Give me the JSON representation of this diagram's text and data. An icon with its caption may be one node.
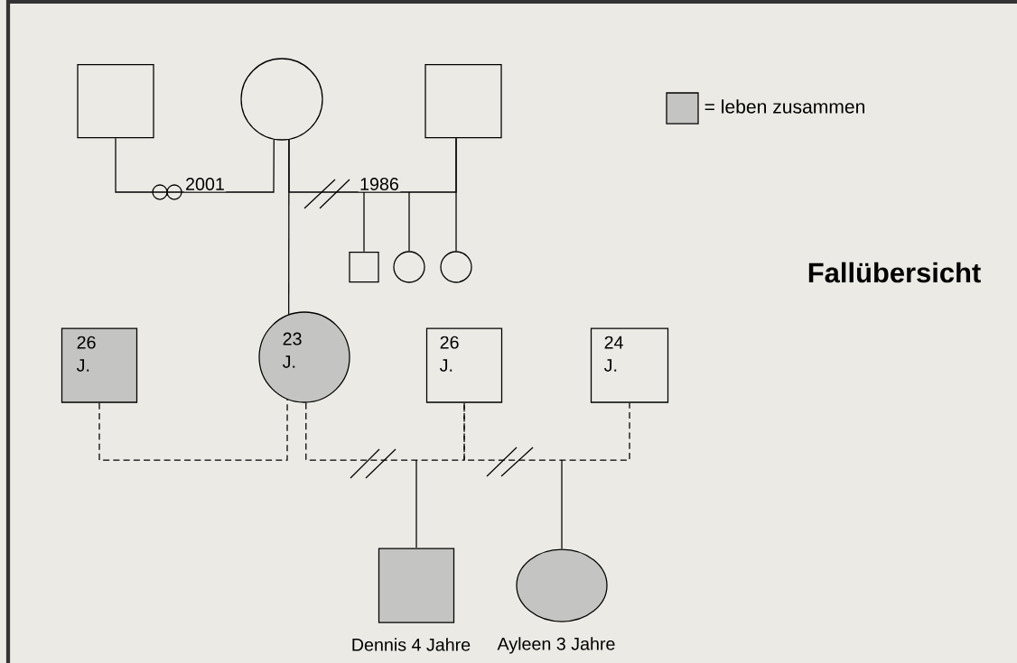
{
  "diagram": {
    "title": "Fallübersicht",
    "nodes": [
      {
        "text": [],
        "shape": "box"
      },
      {
        "text": [],
        "shape": "circle"
      },
      {
        "text": [],
        "shape": "box"
      },
      {
        "text": [],
        "shape": "box"
      },
      {
        "text": [],
        "shape": "circle"
      },
      {
        "text": [],
        "shape": "circle"
      },
      {
        "text": [
          "26 J."
        ]
      },
      {
        "text": [
          "23 J."
        ]
      },
      {
        "text": [
          "26 J."
        ]
      },
      {
        "text": [
          "24 J."
        ]
      },
      {
        "text": [],
        "shape": "box",
        "beside": [
          "Dennis 4 Jahre"
        ]
      },
      {
        "text": [],
        "shape": "circle",
        "beside": [
          "Ayleen 3 Jahre"
        ]
      }
    ],
    "edges": [
      {
        "from": 0,
        "to": 1,
        "arrow": "none",
        "label": "2001"
      },
      {
        "from": 1,
        "to": 2,
        "arrow": "none",
        "label": "1986"
      },
      {
        "from": 1,
        "to": 7,
        "arrow": "none"
      },
      {
        "from": 2,
        "to": 5,
        "arrow": "none"
      },
      {
        "from": null,
        "to": 3,
        "arrow": "none"
      },
      {
        "from": null,
        "to": 4,
        "arrow": "none"
      },
      {
        "from": 6,
        "to": 7,
        "arrow": "none",
        "style": "dashed"
      },
      {
        "from": 7,
        "to": 8,
        "arrow": "none",
        "style": "dashed"
      },
      {
        "from": 8,
        "to": 9,
        "arrow": "none",
        "style": "dashed"
      },
      {
        "from": null,
        "to": 10,
        "arrow": "none"
      },
      {
        "from": null,
        "to": 11,
        "arrow": "none"
      }
    ],
    "legend": [
      {
        "text": "= leben zusammen",
        "color": "#c4c4c2"
      }
    ]
  }
}
